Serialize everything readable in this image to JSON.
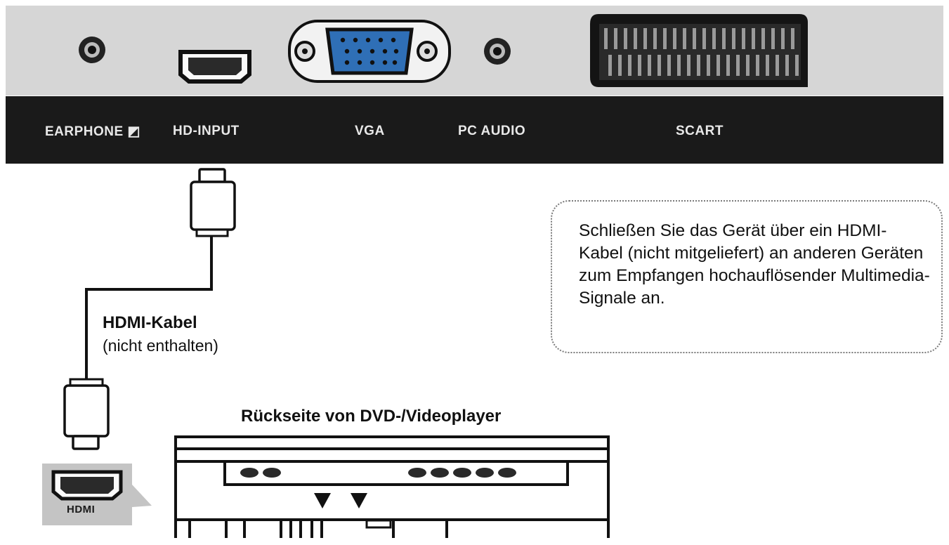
{
  "ports": {
    "earphone": "EARPHONE",
    "hd_input": "HD-INPUT",
    "vga": "VGA",
    "pc_audio": "PC AUDIO",
    "scart": "SCART"
  },
  "cable": {
    "title": "HDMI-Kabel",
    "subtitle": "(nicht enthalten)"
  },
  "note": "Schließen Sie das Gerät über ein HDMI-Kabel (nicht mitgeliefert) an anderen Geräten zum Empfangen hochauflösender Multimedia-Signale an.",
  "dvd_title": "Rückseite von DVD-/Videoplayer",
  "hdmi_port_label": "HDMI",
  "colors": {
    "panel": "#d6d6d6",
    "label_bar": "#1a1a1a",
    "vga_connector": "#2f6fb6",
    "outline": "#111111"
  },
  "icons": [
    "headphone-icon",
    "hdmi-port-icon",
    "vga-port-icon",
    "audio-jack-icon",
    "scart-port-icon",
    "hdmi-plug-icon"
  ]
}
